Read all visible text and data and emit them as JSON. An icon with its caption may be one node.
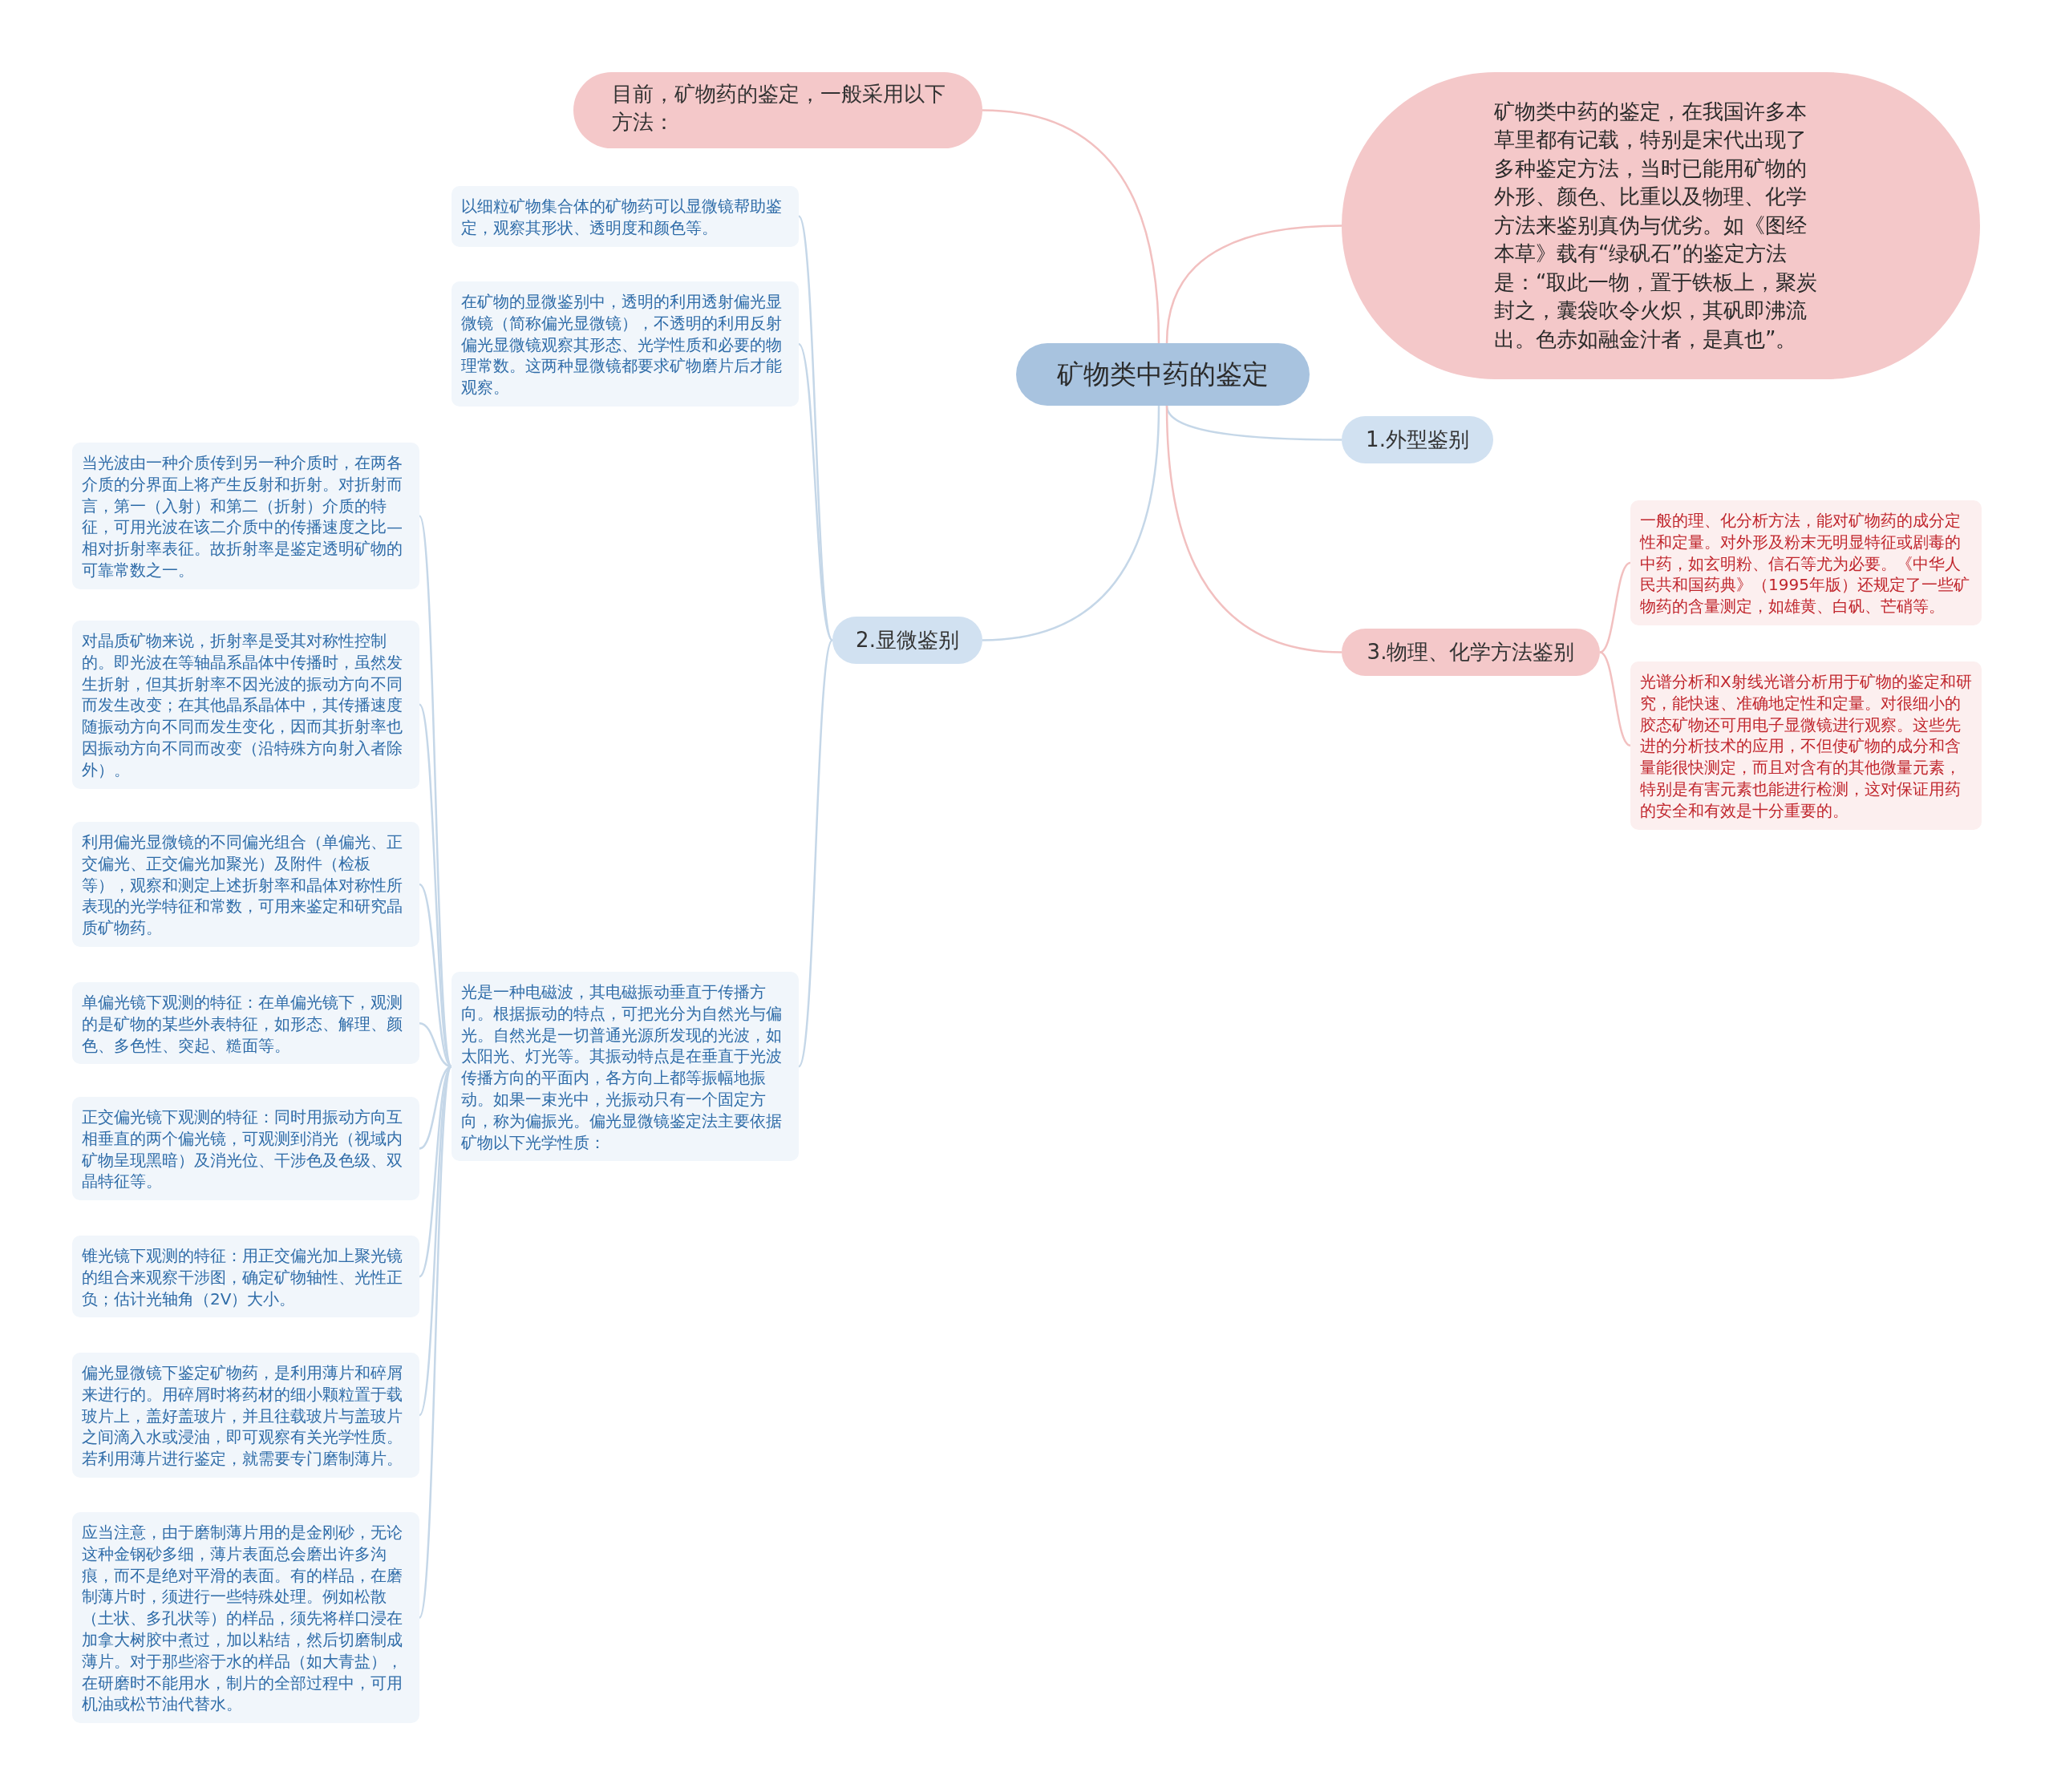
{
  "diagram": {
    "nodes": [
      {
        "text": [
          "矿物类中药的鉴定"
        ]
      },
      {
        "text": [
          "目前，矿物药的鉴定，一般采用以下方法："
        ]
      },
      {
        "text": [
          "矿物类中药的鉴定，在我国许多本草里都有记载，特别是宋代出现了多种鉴定方法，当时已能用矿物的外形、颜色、比重以及物理、化学方法来鉴别真伪与优劣。如《图经本草》载有“绿矾石”的鉴定方法是：“取此一物，置于铁板上，聚炭封之，囊袋吹令火炽，其矾即沸流出。色赤如融金汁者，是真也”。"
        ]
      },
      {
        "text": [
          "1.外型鉴别"
        ]
      },
      {
        "text": [
          "2.显微鉴别"
        ]
      },
      {
        "text": [
          "3.物理、化学方法鉴别"
        ]
      },
      {
        "text": [
          "一般的理、化分析方法，能对矿物药的成分定性和定量。对外形及粉末无明显特征或剧毒的中药，如玄明粉、信石等尤为必要。《中华人民共和国药典》（1995年版）还规定了一些矿物药的含量测定，如雄黄、白矾、芒硝等。"
        ]
      },
      {
        "text": [
          "光谱分析和X射线光谱分析用于矿物的鉴定和研究，能快速、准确地定性和定量。对很细小的胶态矿物还可用电子显微镜进行观察。这些先进的分析技术的应用，不但使矿物的成分和含量能很快测定，而且对含有的其他微量元素，特别是有害元素也能进行检测，这对保证用药的安全和有效是十分重要的。"
        ]
      },
      {
        "text": [
          "以细粒矿物集合体的矿物药可以显微镜帮助鉴定，观察其形状、透明度和颜色等。"
        ]
      },
      {
        "text": [
          "在矿物的显微鉴别中，透明的利用透射偏光显微镜（简称偏光显微镜），不透明的利用反射偏光显微镜观察其形态、光学性质和必要的物理常数。这两种显微镜都要求矿物磨片后才能观察。"
        ]
      },
      {
        "text": [
          "光是一种电磁波，其电磁振动垂直于传播方向。根据振动的特点，可把光分为自然光与偏光。自然光是一切普通光源所发现的光波，如太阳光、灯光等。其振动特点是在垂直于光波传播方向的平面内，各方向上都等振幅地振动。如果一束光中，光振动只有一个固定方向，称为偏振光。偏光显微镜鉴定法主要依据矿物以下光学性质："
        ]
      },
      {
        "text": [
          "当光波由一种介质传到另一种介质时，在两各介质的分界面上将产生反射和折射。对折射而言，第一（入射）和第二（折射）介质的特征，可用光波在该二介质中的传播速度之比—相对折射率表征。故折射率是鉴定透明矿物的可靠常数之一。"
        ]
      },
      {
        "text": [
          "对晶质矿物来说，折射率是受其对称性控制的。即光波在等轴晶系晶体中传播时，虽然发生折射，但其折射率不因光波的振动方向不同而发生改变；在其他晶系晶体中，其传播速度随振动方向不同而发生变化，因而其折射率也因振动方向不同而改变（沿特殊方向射入者除外）。"
        ]
      },
      {
        "text": [
          "利用偏光显微镜的不同偏光组合（单偏光、正交偏光、正交偏光加聚光）及附件（检板等），观察和测定上述折射率和晶体对称性所表现的光学特征和常数，可用来鉴定和研究晶质矿物药。"
        ]
      },
      {
        "text": [
          "单偏光镜下观测的特征：在单偏光镜下，观测的是矿物的某些外表特征，如形态、解理、颜色、多色性、突起、糙面等。"
        ]
      },
      {
        "text": [
          "正交偏光镜下观测的特征：同时用振动方向互相垂直的两个偏光镜，可观测到消光（视域内矿物呈现黑暗）及消光位、干涉色及色级、双晶特征等。"
        ]
      },
      {
        "text": [
          "锥光镜下观测的特征：用正交偏光加上聚光镜的组合来观察干涉图，确定矿物轴性、光性正负；估计光轴角（2V）大小。"
        ]
      },
      {
        "text": [
          "偏光显微镜下鉴定矿物药，是利用薄片和碎屑来进行的。用碎屑时将药材的细小颗粒置于载玻片上，盖好盖玻片，并且往载玻片与盖玻片之间滴入水或浸油，即可观察有关光学性质。若利用薄片进行鉴定，就需要专门磨制薄片。"
        ]
      },
      {
        "text": [
          "应当注意，由于磨制薄片用的是金刚砂，无论这种金钢砂多细，薄片表面总会磨出许多沟痕，而不是绝对平滑的表面。有的样品，在磨制薄片时，须进行一些特殊处理。例如松散（土状、多孔状等）的样品，须先将样口浸在加拿大树胶中煮过，加以粘结，然后切磨制成薄片。对于那些溶于水的样品（如大青盐），在研磨时不能用水，制片的全部过程中，可用机油或松节油代替水。"
        ]
      }
    ],
    "edges": [
      {
        "from": 0,
        "to": 1,
        "arrow": "none",
        "color": "#f2c0c0"
      },
      {
        "from": 0,
        "to": 2,
        "arrow": "none",
        "color": "#f2c0c0"
      },
      {
        "from": 0,
        "to": 3,
        "arrow": "none"
      },
      {
        "from": 0,
        "to": 4,
        "arrow": "none"
      },
      {
        "from": 0,
        "to": 5,
        "arrow": "none",
        "color": "#f2c0c0"
      },
      {
        "from": 5,
        "to": 6,
        "arrow": "none",
        "color": "#f2c0c0"
      },
      {
        "from": 5,
        "to": 7,
        "arrow": "none",
        "color": "#f2c0c0"
      },
      {
        "from": 4,
        "to": 8,
        "arrow": "none"
      },
      {
        "from": 4,
        "to": 9,
        "arrow": "none"
      },
      {
        "from": 4,
        "to": 10,
        "arrow": "none"
      },
      {
        "from": 10,
        "to": 11,
        "arrow": "none"
      },
      {
        "from": 10,
        "to": 12,
        "arrow": "none"
      },
      {
        "from": 10,
        "to": 13,
        "arrow": "none"
      },
      {
        "from": 10,
        "to": 14,
        "arrow": "none"
      },
      {
        "from": 10,
        "to": 15,
        "arrow": "none"
      },
      {
        "from": 10,
        "to": 16,
        "arrow": "none"
      },
      {
        "from": 10,
        "to": 17,
        "arrow": "none"
      },
      {
        "from": 10,
        "to": 18,
        "arrow": "none"
      }
    ]
  }
}
